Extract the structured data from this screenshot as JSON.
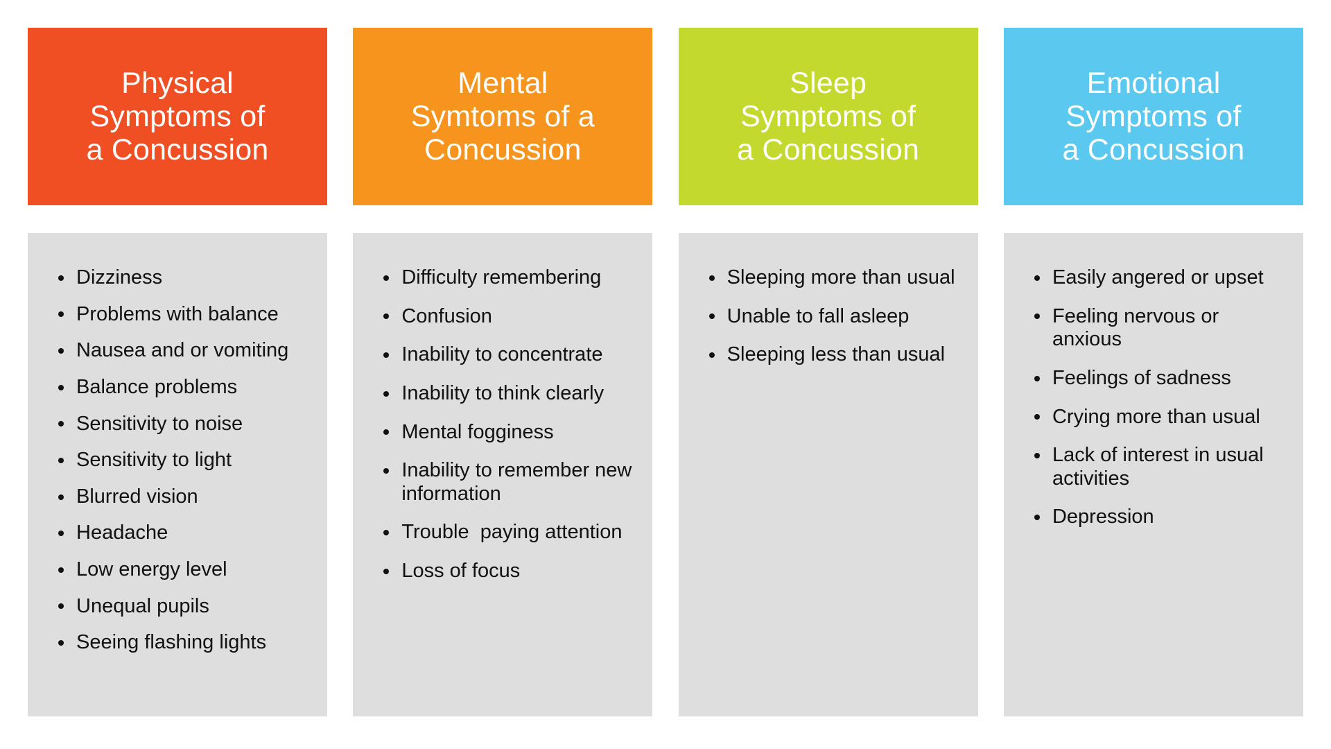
{
  "page": {
    "background_color": "#ffffff",
    "panel_color": "#dedede",
    "text_color": "#111111"
  },
  "columns": [
    {
      "id": "physical",
      "header_title": "Physical\nSymptoms of\na Concussion",
      "header_color": "#f04e23",
      "items": [
        "Dizziness",
        "Problems with balance",
        "Nausea and or vomiting",
        "Balance problems",
        "Sensitivity to noise",
        "Sensitivity to light",
        "Blurred vision",
        "Headache",
        "Low energy level",
        "Unequal pupils",
        "Seeing flashing lights"
      ]
    },
    {
      "id": "mental",
      "header_title": "Mental\nSymtoms of a\nConcussion",
      "header_color": "#f7941e",
      "items": [
        "Difficulty remembering",
        "Confusion",
        "Inability to concentrate",
        "Inability to think clearly",
        "Mental fogginess",
        "Inability to remember new information",
        "Trouble  paying attention",
        "Loss of focus"
      ]
    },
    {
      "id": "sleep",
      "header_title": "Sleep\nSymptoms of\na Concussion",
      "header_color": "#c4d92e",
      "items": [
        "Sleeping more than usual",
        "Unable to fall asleep",
        "Sleeping less than usual"
      ]
    },
    {
      "id": "emotional",
      "header_title": "Emotional\nSymptoms of\na Concussion",
      "header_color": "#5bc8f0",
      "items": [
        "Easily angered or upset",
        "Feeling nervous or anxious",
        "Feelings of sadness",
        "Crying more than usual",
        "Lack of interest in usual activities",
        "Depression"
      ]
    }
  ]
}
